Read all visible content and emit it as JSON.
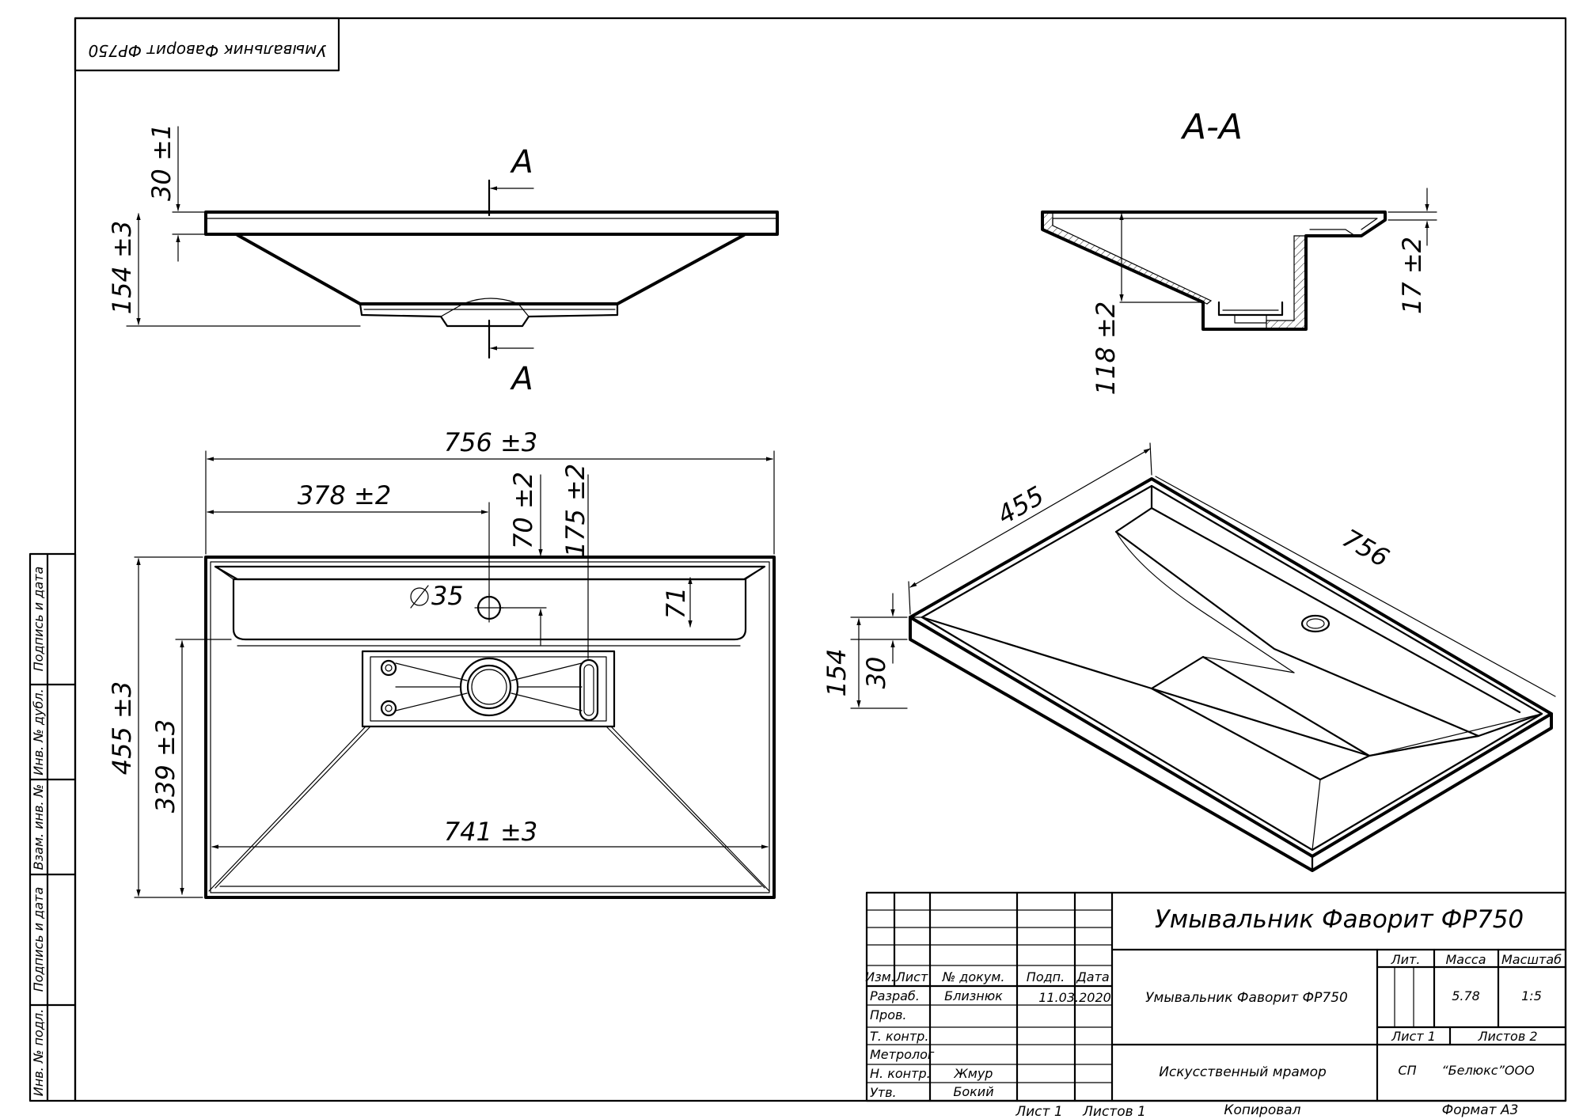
{
  "stamp": {
    "mirrored_title": "Умывальник Фаворит ФР750"
  },
  "section": {
    "title": "А-А",
    "cut_label_top": "А",
    "cut_label_bottom": "А",
    "dim_17": "17 ±2",
    "dim_118": "118 ±2"
  },
  "front_view": {
    "dim_30": "30 ±1",
    "dim_154": "154 ±3"
  },
  "top_view": {
    "dim_756": "756 ±3",
    "dim_378": "378 ±2",
    "dim_70": "70 ±2",
    "dim_175": "175 ±2",
    "dim_diameter": "35",
    "dim_71": "71",
    "dim_455": "455 ±3",
    "dim_339": "339 ±3",
    "dim_741": "741 ±3"
  },
  "iso_view": {
    "dim_455": "455",
    "dim_756": "756",
    "dim_154": "154",
    "dim_30": "30"
  },
  "side_stamp": {
    "cells": [
      "Подпись и дата",
      "Инв. № дубл.",
      "Взам. инв. №",
      "Подпись и дата",
      "Инв. № подл."
    ]
  },
  "title_block": {
    "product_name": "Умывальник Фаворит ФР750",
    "doc_name": "Умывальник Фаворит ФР750",
    "material": "Искусственный мрамор",
    "headers": {
      "izm": "Изм.",
      "list": "Лист",
      "doc_no": "№ докум.",
      "sign": "Подп.",
      "date": "Дата"
    },
    "roles": {
      "developer": "Разраб.",
      "checker": "Пров.",
      "tech_control": "Т. контр.",
      "metrologist": "Метролог",
      "norm_control": "Н. контр.",
      "approved": "Утв."
    },
    "names": {
      "developer": "Близнюк",
      "norm_control": "Жмур",
      "approved": "Бокий"
    },
    "date": "11.03.2020",
    "lit_label": "Лит.",
    "mass_label": "Масса",
    "scale_label": "Масштаб",
    "mass": "5.78",
    "scale": "1:5",
    "sheet": "Лист 1",
    "sheets": "Листов 2",
    "org_prefix": "СП",
    "org": "“Белюкс”ООО"
  },
  "footer": {
    "sheet": "Лист 1",
    "sheets": "Листов 1",
    "copied": "Копировал",
    "format": "Формат А3"
  }
}
